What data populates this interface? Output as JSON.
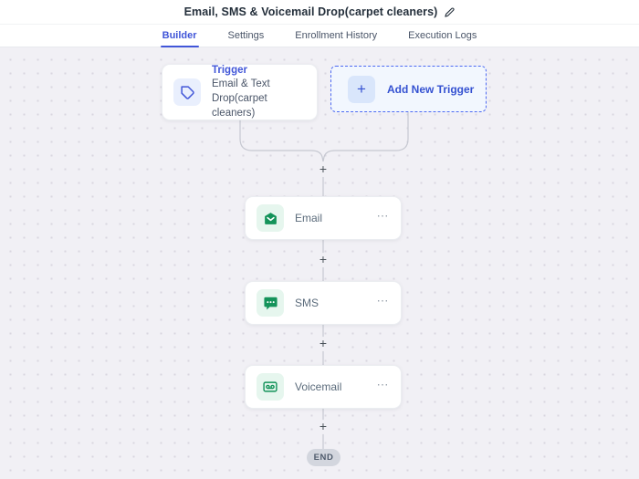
{
  "header": {
    "title": "Email, SMS & Voicemail  Drop(carpet cleaners)"
  },
  "tabs": [
    {
      "label": "Builder",
      "active": true
    },
    {
      "label": "Settings",
      "active": false
    },
    {
      "label": "Enrollment History",
      "active": false
    },
    {
      "label": "Execution Logs",
      "active": false
    }
  ],
  "canvas": {
    "trigger_card": {
      "label": "Trigger",
      "description": "Email & Text Drop(carpet cleaners)"
    },
    "add_trigger_button": {
      "label": "Add New Trigger"
    },
    "steps": [
      {
        "label": "Email",
        "icon": "email-icon"
      },
      {
        "label": "SMS",
        "icon": "sms-icon"
      },
      {
        "label": "Voicemail",
        "icon": "voicemail-icon"
      }
    ],
    "end_label": "END"
  },
  "icons": {
    "plus": "+",
    "ellipsis": "⋯"
  },
  "colors": {
    "accent_blue": "#4156d8",
    "accent_blue_dark": "#3451d1",
    "icon_green": "#14935a",
    "icon_green_bg": "#e6f6ee",
    "canvas_bg": "#f1f0f5",
    "connector": "#c6c8d1",
    "end_pill_bg": "#d3d6de"
  }
}
